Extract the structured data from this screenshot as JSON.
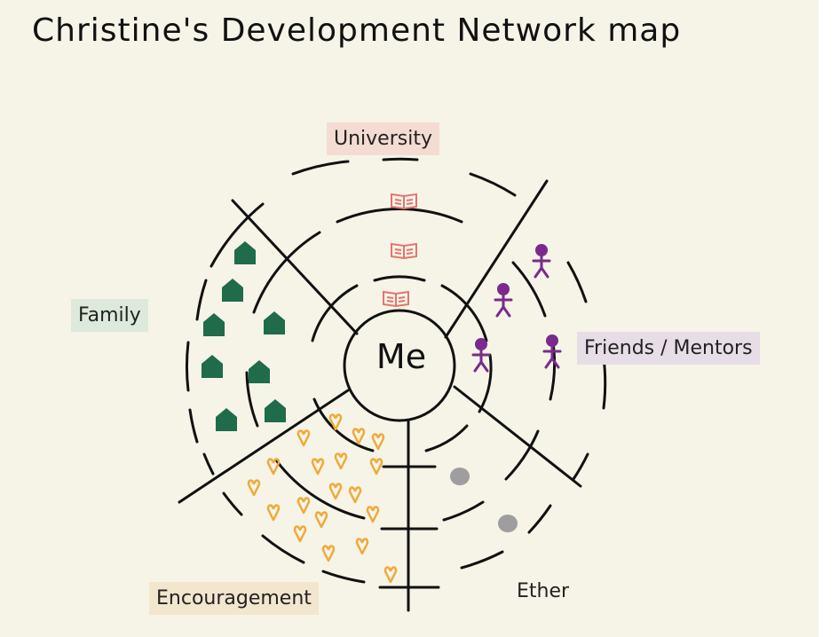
{
  "title": "Christine's Development Network map",
  "center_label": "Me",
  "segments": {
    "university": {
      "label": "University",
      "bg_color": "#f4dcd2",
      "icon": "book-icon",
      "icon_color": "#e5736e"
    },
    "friends": {
      "label": "Friends / Mentors",
      "bg_color": "#e7dde6",
      "icon": "person-icon",
      "icon_color": "#7a2a8c"
    },
    "family": {
      "label": "Family",
      "bg_color": "#dde9da",
      "icon": "house-icon",
      "icon_color": "#1f6b4a"
    },
    "encouragement": {
      "label": "Encouragement",
      "bg_color": "#f3e6cf",
      "icon": "heart-icon",
      "icon_color": "#f0a93a"
    },
    "ether": {
      "label": "Ether",
      "bg_color": "",
      "icon": "stone-icon",
      "icon_color": "#9e9e9e"
    }
  },
  "colors": {
    "background": "#f5f4e7",
    "ink": "#111111"
  }
}
